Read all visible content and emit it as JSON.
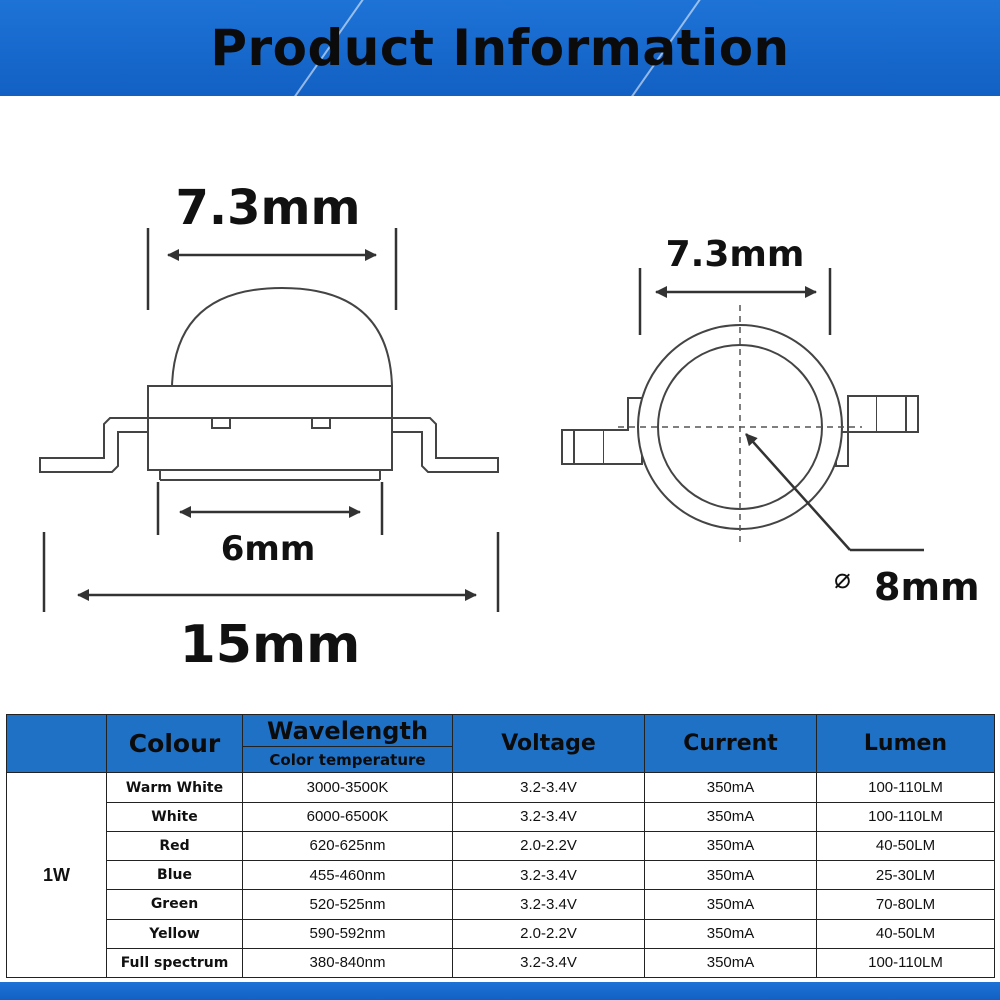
{
  "banner": {
    "title": "Product Information"
  },
  "diagram": {
    "side_view": {
      "top_width": "7.3mm",
      "base_width": "6mm",
      "total_length": "15mm"
    },
    "top_view": {
      "top_width": "7.3mm",
      "diameter": "8mm",
      "diameter_symbol": "⌀"
    }
  },
  "table": {
    "headers": {
      "colour": "Colour",
      "wavelength": "Wavelength",
      "color_temperature": "Color temperature",
      "voltage": "Voltage",
      "current": "Current",
      "lumen": "Lumen"
    },
    "power": "1W",
    "rows": [
      {
        "colour": "Warm White",
        "wavelength": "3000-3500K",
        "voltage": "3.2-3.4V",
        "current": "350mA",
        "lumen": "100-110LM"
      },
      {
        "colour": "White",
        "wavelength": "6000-6500K",
        "voltage": "3.2-3.4V",
        "current": "350mA",
        "lumen": "100-110LM"
      },
      {
        "colour": "Red",
        "wavelength": "620-625nm",
        "voltage": "2.0-2.2V",
        "current": "350mA",
        "lumen": "40-50LM"
      },
      {
        "colour": "Blue",
        "wavelength": "455-460nm",
        "voltage": "3.2-3.4V",
        "current": "350mA",
        "lumen": "25-30LM"
      },
      {
        "colour": "Green",
        "wavelength": "520-525nm",
        "voltage": "3.2-3.4V",
        "current": "350mA",
        "lumen": "70-80LM"
      },
      {
        "colour": "Yellow",
        "wavelength": "590-592nm",
        "voltage": "2.0-2.2V",
        "current": "350mA",
        "lumen": "40-50LM"
      },
      {
        "colour": "Full spectrum",
        "wavelength": "380-840nm",
        "voltage": "3.2-3.4V",
        "current": "350mA",
        "lumen": "100-110LM"
      }
    ]
  },
  "colors": {
    "banner_blue": "#1e73d6",
    "header_blue": "#1f71c6",
    "line": "#333333"
  }
}
